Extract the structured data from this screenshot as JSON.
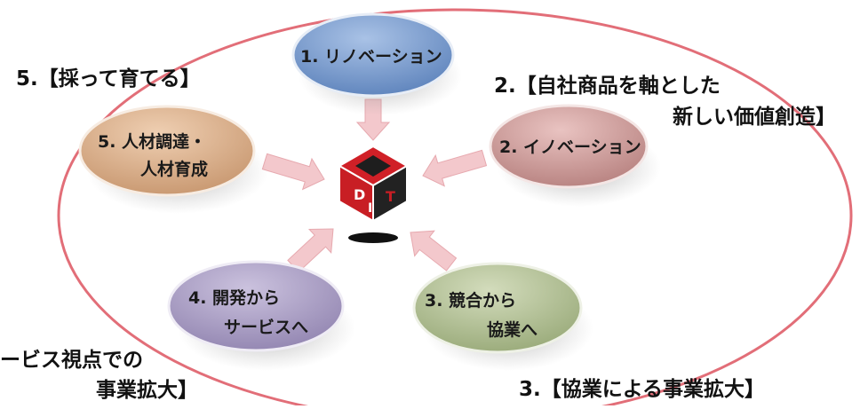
{
  "nodes": [
    {
      "id": "renovation",
      "lines": [
        "1. リノベーション"
      ],
      "color": "#6f94c8"
    },
    {
      "id": "innovation",
      "lines": [
        "2. イノベーション"
      ],
      "color": "#c7918f"
    },
    {
      "id": "collaboration",
      "lines": [
        "3. 競合から",
        "協業へ"
      ],
      "color": "#aab889"
    },
    {
      "id": "service",
      "lines": [
        "4. 開発から",
        "サービスへ"
      ],
      "color": "#a395bf"
    },
    {
      "id": "talent",
      "lines": [
        "5. 人材調達・",
        "人材育成"
      ],
      "color": "#d4a77f"
    }
  ],
  "outer_labels": {
    "two_line1": "2.【自社商品を軸とした",
    "two_line2": "新しい価値創造】",
    "three": "3.【協業による事業拡大】",
    "four_line1": "ービス視点での",
    "four_line2": "事業拡大】",
    "five": "5.【採って育てる】"
  },
  "logo": {
    "letters": [
      "D",
      "I",
      "T"
    ],
    "colors": {
      "accent": "#c81e24",
      "dark": "#222222"
    }
  },
  "ring_color": "#e26e78",
  "arrow_color": "#f3c8cc"
}
